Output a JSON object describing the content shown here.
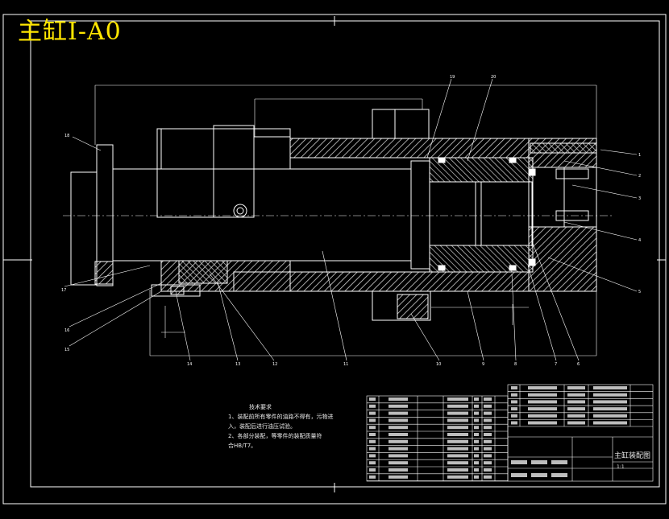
{
  "title": "主缸I-A0",
  "notes": {
    "heading": "技术要求",
    "lines": [
      "1、装配前所有零件的油路不得有，污物进",
      "   入，装配后进行油压试验。",
      "2、各部分装配，等零件的装配质量符",
      "   合HB/T7。"
    ]
  },
  "balloons": [
    "1",
    "2",
    "3",
    "4",
    "5",
    "6",
    "7",
    "8",
    "9",
    "10",
    "11",
    "12",
    "13",
    "14",
    "15",
    "16",
    "17",
    "18",
    "19",
    "20"
  ],
  "title_block": {
    "drawing_name": "主缸装配图",
    "scale": "1:1"
  },
  "colors": {
    "title": "#ffe600",
    "lines": "#ffffff",
    "hatch": "#dddddd",
    "background": "#000000"
  }
}
